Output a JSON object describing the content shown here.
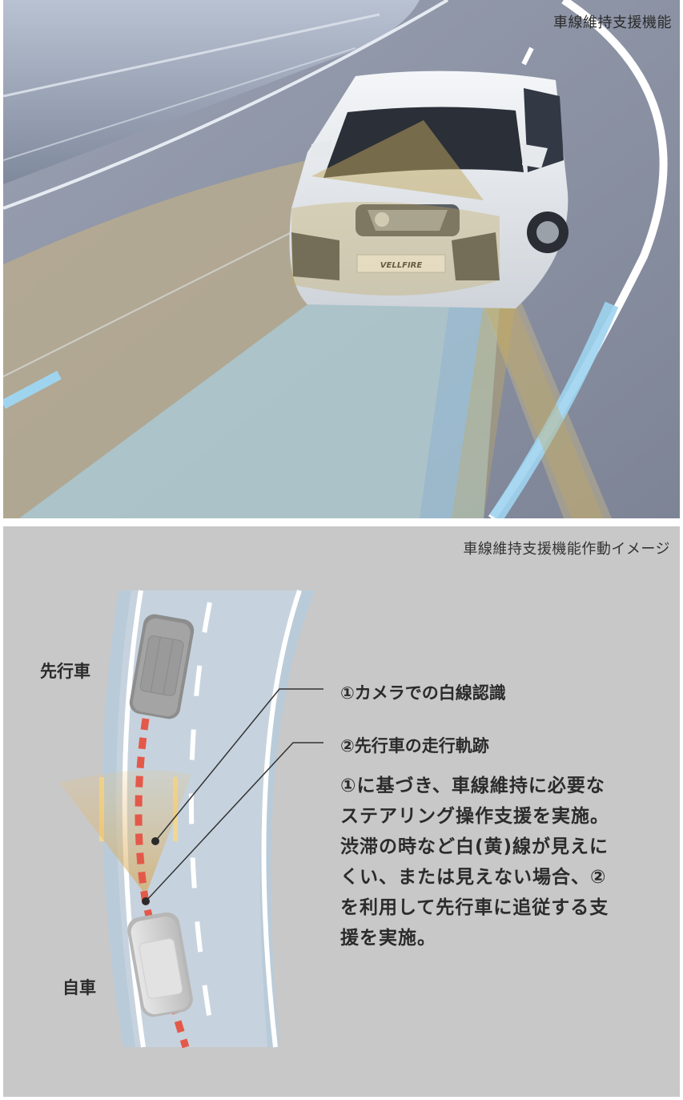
{
  "photo": {
    "caption": "車線維持支援機能",
    "car_badge": "VELLFIRE"
  },
  "diagram": {
    "caption": "車線維持支援機能作動イメージ",
    "labels": {
      "lead_car": "先行車",
      "own_car": "自車"
    },
    "callouts": {
      "camera": "①カメラでの白線認識",
      "trajectory": "②先行車の走行軌跡"
    },
    "description": "①に基づき、車線維持に必要なステアリング操作支援を実施。渋滞の時など白(黄)線が見えにくい、または見えない場合、②を利用して先行車に追従する支援を実施。"
  },
  "colors": {
    "road_photo": "#8f96a7",
    "sensor_beam": "#c2a85e",
    "lane_blue": "#9fd4ef",
    "diagram_bg": "#c8c8c8",
    "trajectory_red": "#e4584a"
  }
}
